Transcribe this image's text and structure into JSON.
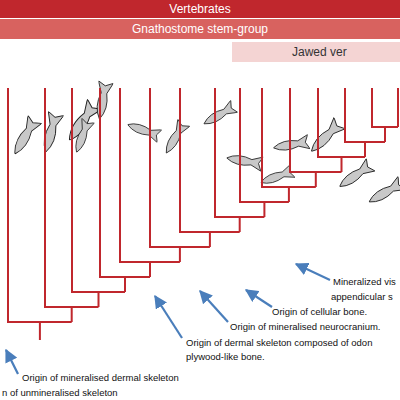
{
  "diagram": {
    "nodes": [
      {
        "text": [
          "Vertebrates"
        ]
      },
      {
        "text": [
          "Gnathostome stem-group"
        ]
      },
      {
        "text": [
          "Jawed ver"
        ]
      }
    ],
    "labels": [
      "Mineralized vis",
      "appendicular s",
      "Origin of cellular bone.",
      "Origin of mineralised neurocranium.",
      "Origin of dermal skeleton composed of odon",
      "plywood-like bone.",
      "Origin of mineralised dermal skeleton",
      "n of unmineralised skeleton"
    ]
  }
}
